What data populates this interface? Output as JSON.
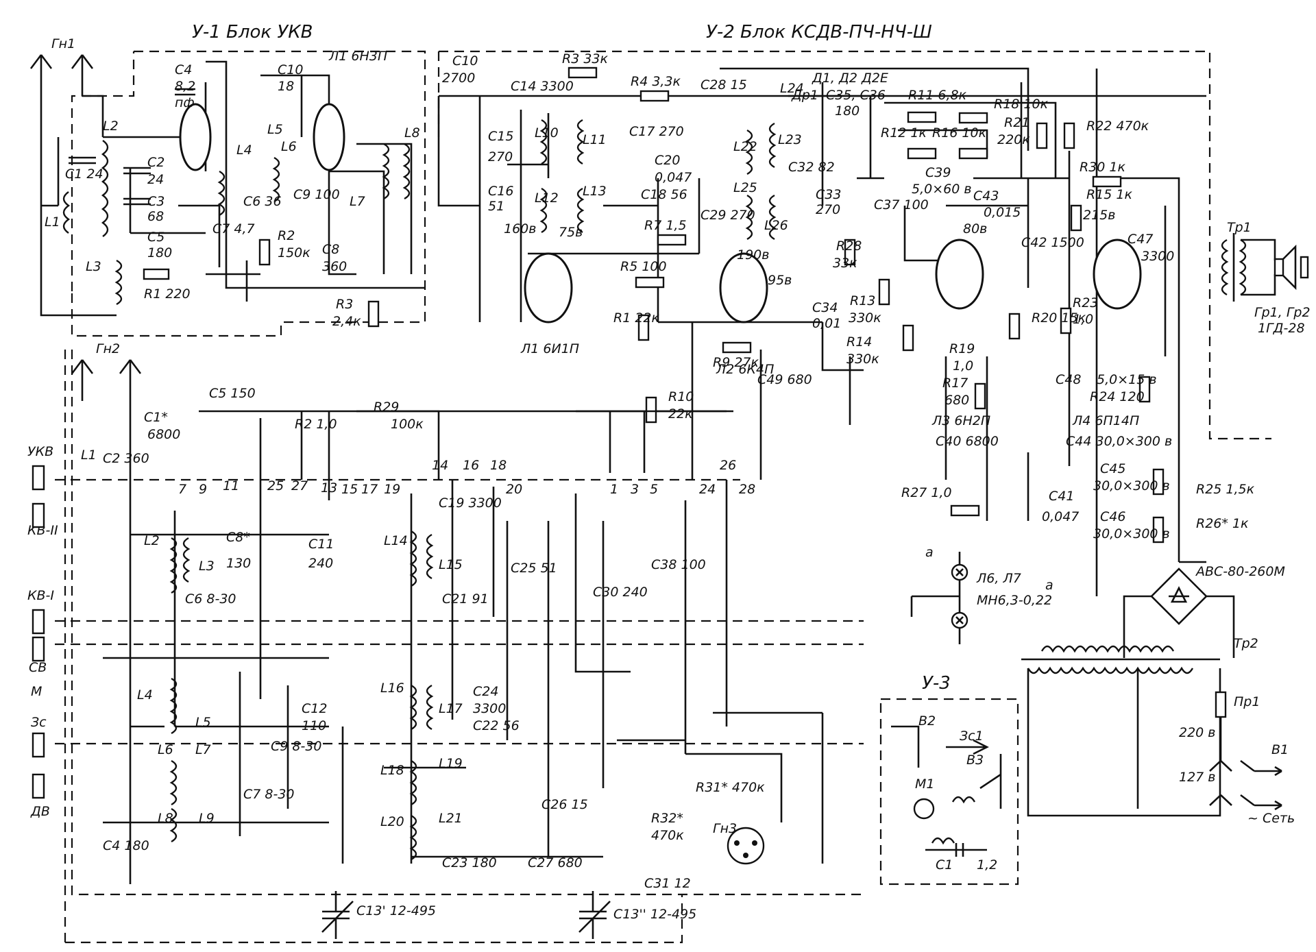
{
  "blocks": {
    "u1": "У-1  Блок УКВ",
    "u2": "У-2  Блок КСДВ-ПЧ-НЧ-Ш",
    "u3": "У-3"
  },
  "tubes": {
    "l1_uhf": "Л1  6Н3П",
    "l1": "Л1  6И1П",
    "l2": "Л2  6К4П",
    "l3": "Л3  6Н2П",
    "l4": "Л4  6П14П",
    "lamps": "Л6, Л7",
    "lamp_type": "МН6,3-0,22"
  },
  "jacks": {
    "gn1": "Гн1",
    "gn2": "Гн2",
    "gn3": "Гн3"
  },
  "bands": [
    "УКВ",
    "КВ-II",
    "КВ-I",
    "СВ",
    "М",
    "Зс",
    "ДВ"
  ],
  "u1_components": [
    "C4",
    "8,2",
    "пф",
    "C1 24",
    "L1",
    "L2",
    "C2",
    "24",
    "C3",
    "68",
    "C5",
    "180",
    "L3",
    "R1 220",
    "C10",
    "18",
    "L4",
    "L5",
    "L6",
    "C9 100",
    "C6 36",
    "C7 4,7",
    "R2",
    "150к",
    "C8",
    "360",
    "L7",
    "L8",
    "R3",
    "2,4к"
  ],
  "u2_if_components": [
    "C10",
    "2700",
    "C14 3300",
    "R3 33к",
    "R4 3,3к",
    "C15",
    "270",
    "L10",
    "L11",
    "C17 270",
    "C16",
    "51",
    "L12",
    "L13",
    "C20",
    "0,047",
    "C18 56",
    "R7 1,5",
    "160в",
    "75в",
    "R5 100",
    "R1 22к",
    "C28 15",
    "C29 270",
    "L22",
    "L23",
    "L24",
    "L25",
    "L26",
    "Др1",
    "Д1, Д2  Д2Е",
    "C35, C36",
    "180",
    "R11 6,8к",
    "R12 1к",
    "R16 10к",
    "R18 10к",
    "C32 82",
    "C33",
    "270",
    "C39",
    "5,0×60 в",
    "R21",
    "220к",
    "R22 470к",
    "190в",
    "95в",
    "C34",
    "0,01",
    "R28",
    "33к",
    "C37 100",
    "R13",
    "330к",
    "R14",
    "330к",
    "R9 27к",
    "C49 680",
    "R10",
    "22к"
  ],
  "u2_af_components": [
    "C43",
    "0,015",
    "80в",
    "C42 1500",
    "R30 1к",
    "R15 1к",
    "215в",
    "C47",
    "3300",
    "Тр1",
    "Гр1, Гр2",
    "1ГД-28",
    "R23",
    "1,0",
    "R19",
    "1,0",
    "R17",
    "680",
    "R20 15к",
    "C48",
    "5,0×15 в",
    "R24 120",
    "C40 6800",
    "C44 30,0×300 в",
    "C45",
    "30,0×300 в",
    "C46",
    "30,0×300 в",
    "R25 1,5к",
    "R26* 1к",
    "R27 1,0",
    "C41",
    "0,047",
    "АВС-80-260М",
    "Тр2",
    "220 в",
    "127 в",
    "Пр1",
    "В1",
    "~ Сеть"
  ],
  "rf_components": [
    "C5 150",
    "C1*",
    "6800",
    "C2 360",
    "L1",
    "R2 1,0",
    "R29",
    "100к",
    "L2",
    "L3",
    "C8*",
    "130",
    "C6  8-30",
    "C11",
    "240",
    "L14",
    "L15",
    "C19  3300",
    "C21 91",
    "C25 51",
    "C38 100",
    "C30 240",
    "L4",
    "L5",
    "C12",
    "110",
    "C9  8-30",
    "L6",
    "L7",
    "L8",
    "L9",
    "C7  8-30",
    "C4 180",
    "L16",
    "L17",
    "C24",
    "3300",
    "C22 56",
    "L18",
    "L19",
    "L20",
    "L21",
    "C26 15",
    "C23 180",
    "C27 680",
    "C31 12",
    "C13'  12-495",
    "C13''  12-495",
    "R31* 470к",
    "R32*",
    "470к"
  ],
  "u3_components": [
    "B2",
    "Зс1",
    "B3",
    "M1",
    "C1",
    "1,2"
  ],
  "pins": [
    "7",
    "9",
    "11",
    "25",
    "27",
    "13",
    "15",
    "17",
    "19",
    "14",
    "16",
    "18",
    "20",
    "1",
    "3",
    "5",
    "24",
    "26",
    "28"
  ],
  "marks": {
    "a": "а"
  }
}
